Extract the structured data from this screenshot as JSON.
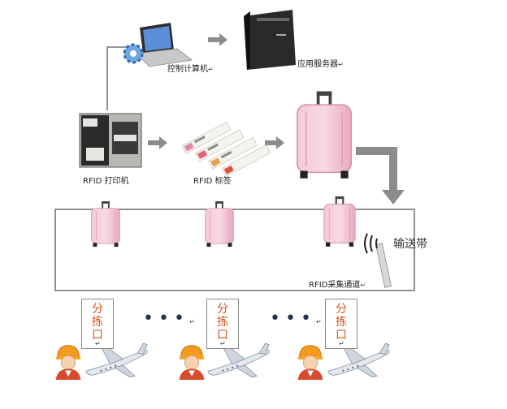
{
  "labels": {
    "control_computer": "控制计算机",
    "app_server": "应用服务器",
    "rfid_printer": "RFID 打印机",
    "rfid_tag": "RFID 标签",
    "conveyor": "输送带",
    "rfid_channel": "RFID采集通道"
  },
  "return_mark": "↵",
  "sorting_gates": [
    {
      "label": "分\n拣\n口"
    },
    {
      "label": "分\n拣\n口"
    },
    {
      "label": "分\n拣\n口"
    }
  ],
  "ellipsis": "•••",
  "colors": {
    "luggage": "#efb9cc",
    "arrow": "#8c8c8c",
    "gate_text": "#d4561c",
    "line": "#555555"
  }
}
